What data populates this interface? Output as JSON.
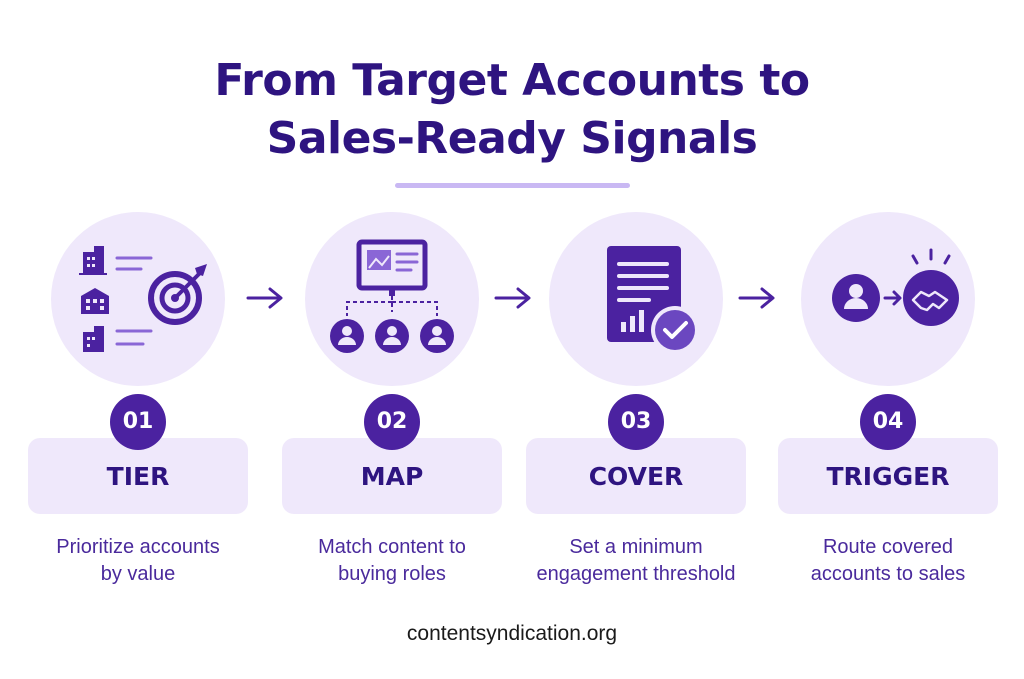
{
  "title": {
    "line1": "From Target Accounts to",
    "line2": "Sales-Ready Signals"
  },
  "colors": {
    "primary": "#4b22a0",
    "title": "#2e1480",
    "light_fill": "#efe8fb",
    "accent_line": "#c9b8f3"
  },
  "steps": [
    {
      "number": "01",
      "label": "TIER",
      "desc_line1": "Prioritize accounts",
      "desc_line2": "by value",
      "icon": "buildings-target-icon"
    },
    {
      "number": "02",
      "label": "MAP",
      "desc_line1": "Match content to",
      "desc_line2": "buying roles",
      "icon": "content-to-people-icon"
    },
    {
      "number": "03",
      "label": "COVER",
      "desc_line1": "Set a minimum",
      "desc_line2": "engagement threshold",
      "icon": "document-check-icon"
    },
    {
      "number": "04",
      "label": "TRIGGER",
      "desc_line1": "Route covered",
      "desc_line2": "accounts to sales",
      "icon": "person-handshake-icon"
    }
  ],
  "footer": "contentsyndication.org"
}
